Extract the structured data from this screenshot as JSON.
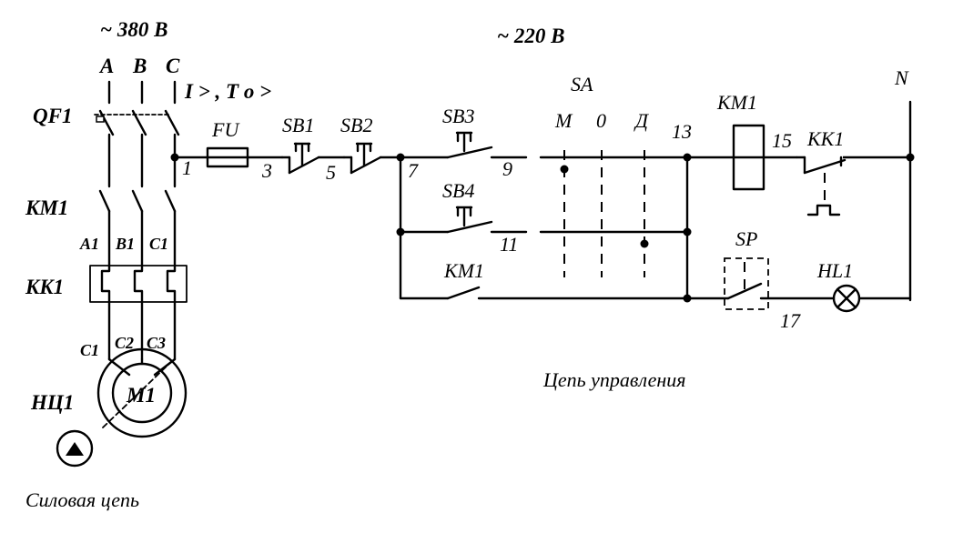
{
  "voltages": {
    "power": "~ 380 В",
    "control": "~ 220 В"
  },
  "phases": [
    "A",
    "B",
    "C"
  ],
  "protection_label": "I > , T o >",
  "components": {
    "qf1": "QF1",
    "km1_power": "KM1",
    "kk1_power": "KK1",
    "m1": "M1",
    "hc1": "НЦ1",
    "fu": "FU",
    "sb1": "SB1",
    "sb2": "SB2",
    "sb3": "SB3",
    "sb4": "SB4",
    "sa": "SA",
    "km1_coil": "KM1",
    "kk1_contact": "KK1",
    "km1_contact": "KM1",
    "sp": "SP",
    "hl1": "HL1",
    "neutral": "N"
  },
  "terminals": {
    "a1": "A1",
    "b1": "B1",
    "c1": "C1",
    "c1m": "C1",
    "c2m": "C2",
    "c3m": "C3"
  },
  "sa_positions": [
    "M",
    "0",
    "Д"
  ],
  "nodes": [
    "1",
    "3",
    "5",
    "7",
    "9",
    "11",
    "13",
    "15",
    "17"
  ],
  "captions": {
    "power_circuit": "Силовая цепь",
    "control_circuit": "Цепь управления"
  }
}
